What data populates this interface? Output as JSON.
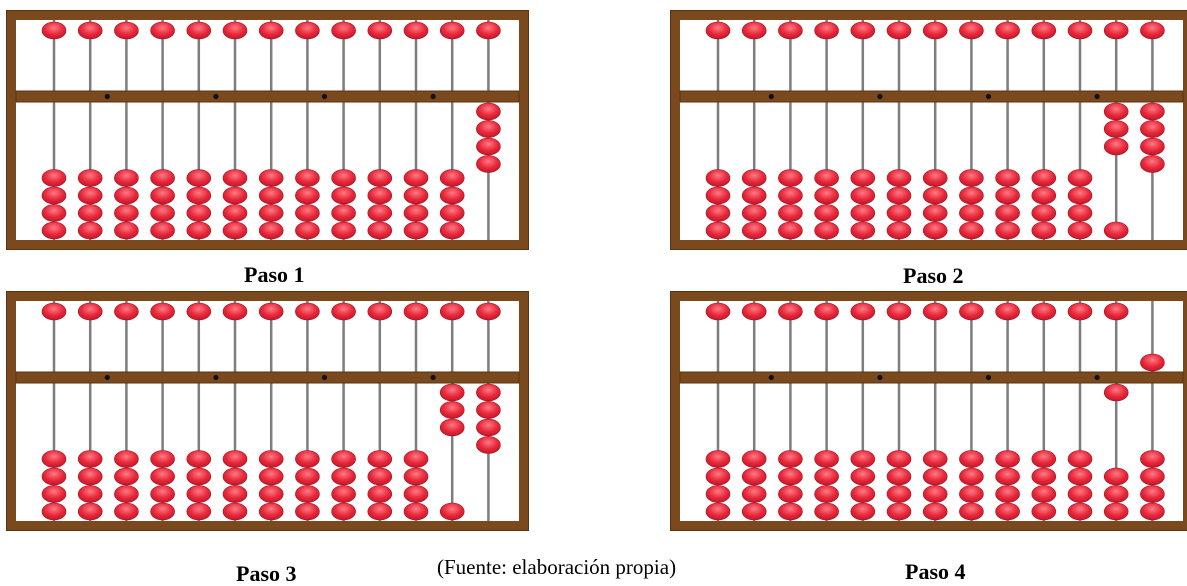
{
  "steps": [
    {
      "label": "Paso 1",
      "upper_down": [
        0,
        0,
        0,
        0,
        0,
        0,
        0,
        0,
        0,
        0,
        0,
        0,
        0
      ],
      "lower_up": [
        0,
        0,
        0,
        0,
        0,
        0,
        0,
        0,
        0,
        0,
        0,
        0,
        4
      ]
    },
    {
      "label": "Paso 2",
      "upper_down": [
        0,
        0,
        0,
        0,
        0,
        0,
        0,
        0,
        0,
        0,
        0,
        0,
        0
      ],
      "lower_up": [
        0,
        0,
        0,
        0,
        0,
        0,
        0,
        0,
        0,
        0,
        0,
        3,
        4
      ]
    },
    {
      "label": "Paso 3",
      "upper_down": [
        0,
        0,
        0,
        0,
        0,
        0,
        0,
        0,
        0,
        0,
        0,
        0,
        0
      ],
      "lower_up": [
        0,
        0,
        0,
        0,
        0,
        0,
        0,
        0,
        0,
        0,
        0,
        3,
        4
      ]
    },
    {
      "label": "Paso 4",
      "upper_down": [
        0,
        0,
        0,
        0,
        0,
        0,
        0,
        0,
        0,
        0,
        0,
        0,
        1
      ],
      "lower_up": [
        0,
        0,
        0,
        0,
        0,
        0,
        0,
        0,
        0,
        0,
        0,
        1,
        0
      ]
    }
  ],
  "source_note": "(Fuente: elaboración propia)",
  "colors": {
    "frame": "#7a4a1e",
    "frame_dark": "#5a3310",
    "bead": "#e8283a",
    "bead_light": "#ff7a85",
    "rod": "#7d7d7d",
    "dot": "#111111"
  }
}
